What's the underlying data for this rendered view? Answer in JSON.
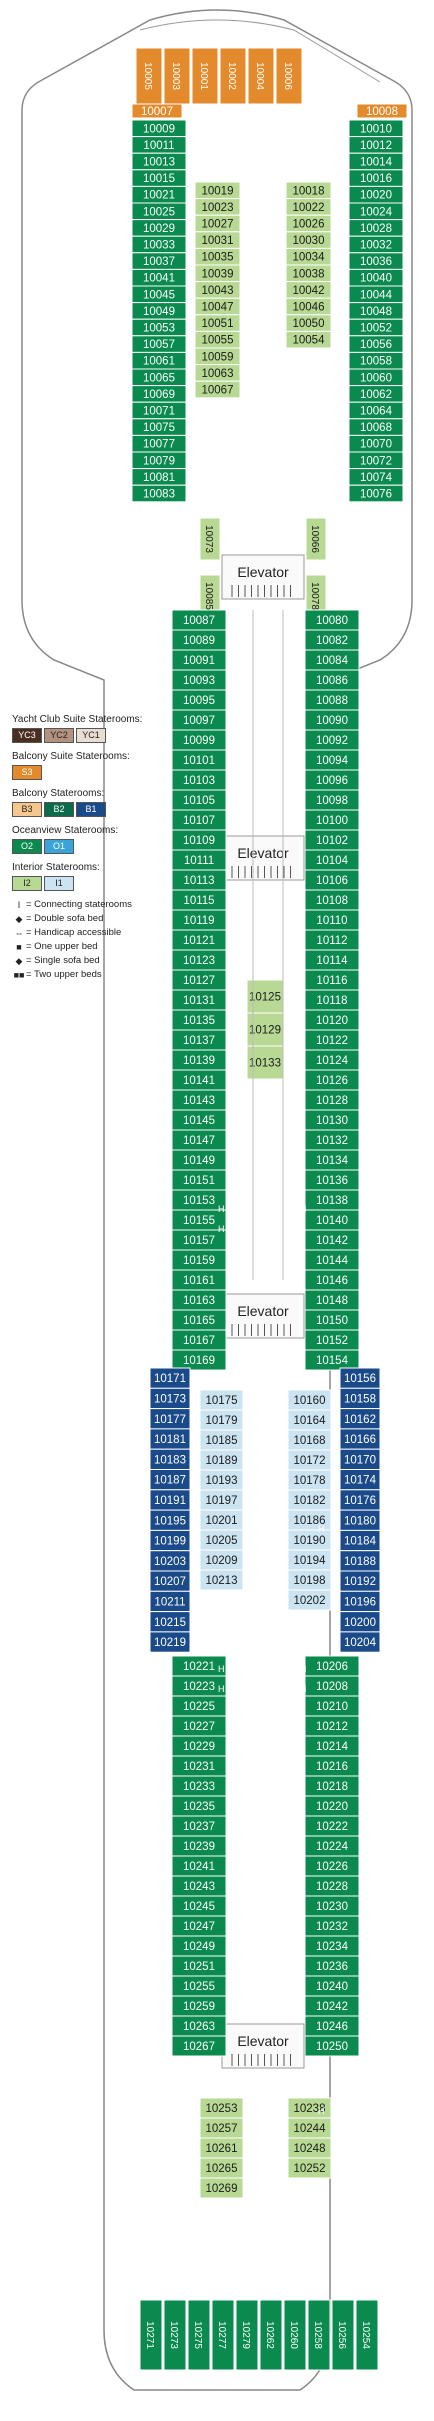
{
  "colors": {
    "yc3": "#4a2e22",
    "yc2": "#b39180",
    "yc1": "#e8ddd3",
    "s3": "#e38a2c",
    "b3": "#f5c78e",
    "b2": "#0b6b4a",
    "b1": "#1b4a8a",
    "o2": "#0a8a4e",
    "o1": "#3aa3d8",
    "i2": "#b8d994",
    "i1": "#cce3f2",
    "hull": "#ffffff",
    "line": "#888888"
  },
  "legend": {
    "yacht_title": "Yacht Club Suite Staterooms:",
    "yacht": [
      {
        "code": "YC3",
        "color": "yc3"
      },
      {
        "code": "YC2",
        "color": "yc2"
      },
      {
        "code": "YC1",
        "color": "yc1"
      }
    ],
    "balcony_suite_title": "Balcony Suite Staterooms:",
    "balcony_suite": [
      {
        "code": "S3",
        "color": "s3"
      }
    ],
    "balcony_title": "Balcony Staterooms:",
    "balcony": [
      {
        "code": "B3",
        "color": "b3"
      },
      {
        "code": "B2",
        "color": "b2"
      },
      {
        "code": "B1",
        "color": "b1"
      }
    ],
    "oceanview_title": "Oceanview Staterooms:",
    "oceanview": [
      {
        "code": "O2",
        "color": "o2"
      },
      {
        "code": "O1",
        "color": "o1"
      }
    ],
    "interior_title": "Interior Staterooms:",
    "interior": [
      {
        "code": "I2",
        "color": "i2"
      },
      {
        "code": "I1",
        "color": "i1"
      }
    ],
    "symbols": [
      {
        "icon": "connecting-icon",
        "glyph": "I",
        "text": "= Connecting staterooms"
      },
      {
        "icon": "double-sofa-bed-icon",
        "glyph": "◆",
        "text": "= Double sofa bed"
      },
      {
        "icon": "handicap-icon",
        "glyph": "⇔",
        "text": "= Handicap accessible"
      },
      {
        "icon": "one-upper-bed-icon",
        "glyph": "■",
        "text": "= One upper bed"
      },
      {
        "icon": "single-sofa-bed-icon",
        "glyph": "◆",
        "text": "= Single sofa bed"
      },
      {
        "icon": "two-upper-beds-icon",
        "glyph": "■■",
        "text": "= Two upper beds"
      }
    ]
  },
  "elevator_label": "Elevator",
  "handicap_mark": "H",
  "bow_suites": [
    "10005",
    "10003",
    "10001",
    "10002",
    "10004",
    "10006"
  ],
  "bow_corners": [
    "10007",
    "10008"
  ],
  "fwd_left": [
    "10009",
    "10011",
    "10013",
    "10015",
    "10021",
    "10025",
    "10029",
    "10033",
    "10037",
    "10041",
    "10045",
    "10049",
    "10053",
    "10057",
    "10061",
    "10065",
    "10069",
    "10071",
    "10075",
    "10077",
    "10079",
    "10081",
    "10083"
  ],
  "fwd_right": [
    "10010",
    "10012",
    "10014",
    "10016",
    "10020",
    "10024",
    "10028",
    "10032",
    "10036",
    "10040",
    "10044",
    "10048",
    "10052",
    "10056",
    "10058",
    "10060",
    "10062",
    "10064",
    "10068",
    "10070",
    "10072",
    "10074",
    "10076"
  ],
  "fwd_inner_left": [
    "10019",
    "10023",
    "10027",
    "10031",
    "10035",
    "10039",
    "10043",
    "10047",
    "10051",
    "10055",
    "10059",
    "10063",
    "10067"
  ],
  "fwd_inner_right": [
    "10018",
    "10022",
    "10026",
    "10030",
    "10034",
    "10038",
    "10042",
    "10046",
    "10050",
    "10054"
  ],
  "fwd_inner_small": [
    "10073",
    "10085",
    "10066",
    "10078"
  ],
  "mid_left": [
    "10087",
    "10089",
    "10091",
    "10093",
    "10095",
    "10097",
    "10099",
    "10101",
    "10103",
    "10105",
    "10107",
    "10109",
    "10111",
    "10113",
    "10115",
    "10119",
    "10121",
    "10123",
    "10127",
    "10131",
    "10135",
    "10137",
    "10139",
    "10141",
    "10143",
    "10145",
    "10147",
    "10149",
    "10151",
    "10153",
    "10155",
    "10157",
    "10159",
    "10161",
    "10163",
    "10165",
    "10167",
    "10169"
  ],
  "mid_right": [
    "10080",
    "10082",
    "10084",
    "10086",
    "10088",
    "10090",
    "10092",
    "10094",
    "10096",
    "10098",
    "10100",
    "10102",
    "10104",
    "10106",
    "10108",
    "10110",
    "10112",
    "10114",
    "10116",
    "10118",
    "10120",
    "10122",
    "10124",
    "10126",
    "10128",
    "10130",
    "10132",
    "10134",
    "10136",
    "10138",
    "10140",
    "10142",
    "10144",
    "10146",
    "10148",
    "10150",
    "10152",
    "10154"
  ],
  "mid_inner": [
    "10125",
    "10129",
    "10133"
  ],
  "blue_left": [
    "10171",
    "10173",
    "10177",
    "10181",
    "10183",
    "10187",
    "10191",
    "10195",
    "10199",
    "10203",
    "10207",
    "10211",
    "10215",
    "10219"
  ],
  "blue_right": [
    "10156",
    "10158",
    "10162",
    "10166",
    "10170",
    "10174",
    "10176",
    "10180",
    "10184",
    "10188",
    "10192",
    "10196",
    "10200",
    "10204"
  ],
  "blue_inner_left": [
    "10175",
    "10179",
    "10185",
    "10189",
    "10193",
    "10197",
    "10201",
    "10205",
    "10209",
    "10213"
  ],
  "blue_inner_right": [
    "10160",
    "10164",
    "10168",
    "10172",
    "10178",
    "10182",
    "10186",
    "10190",
    "10194",
    "10198",
    "10202"
  ],
  "aft_left": [
    "10221",
    "10223",
    "10225",
    "10227",
    "10229",
    "10231",
    "10233",
    "10235",
    "10237",
    "10239",
    "10241",
    "10243",
    "10245",
    "10247",
    "10249",
    "10251",
    "10255",
    "10259",
    "10263",
    "10267"
  ],
  "aft_right": [
    "10206",
    "10208",
    "10210",
    "10212",
    "10214",
    "10216",
    "10218",
    "10220",
    "10222",
    "10224",
    "10226",
    "10228",
    "10230",
    "10232",
    "10234",
    "10236",
    "10240",
    "10242",
    "10246",
    "10250"
  ],
  "aft_inner_left": [
    "10253",
    "10257",
    "10261",
    "10265",
    "10269"
  ],
  "aft_inner_right": [
    "10238",
    "10244",
    "10248",
    "10252"
  ],
  "stern": [
    "10271",
    "10273",
    "10275",
    "10277",
    "10279",
    "10262",
    "10260",
    "10258",
    "10256",
    "10254"
  ]
}
